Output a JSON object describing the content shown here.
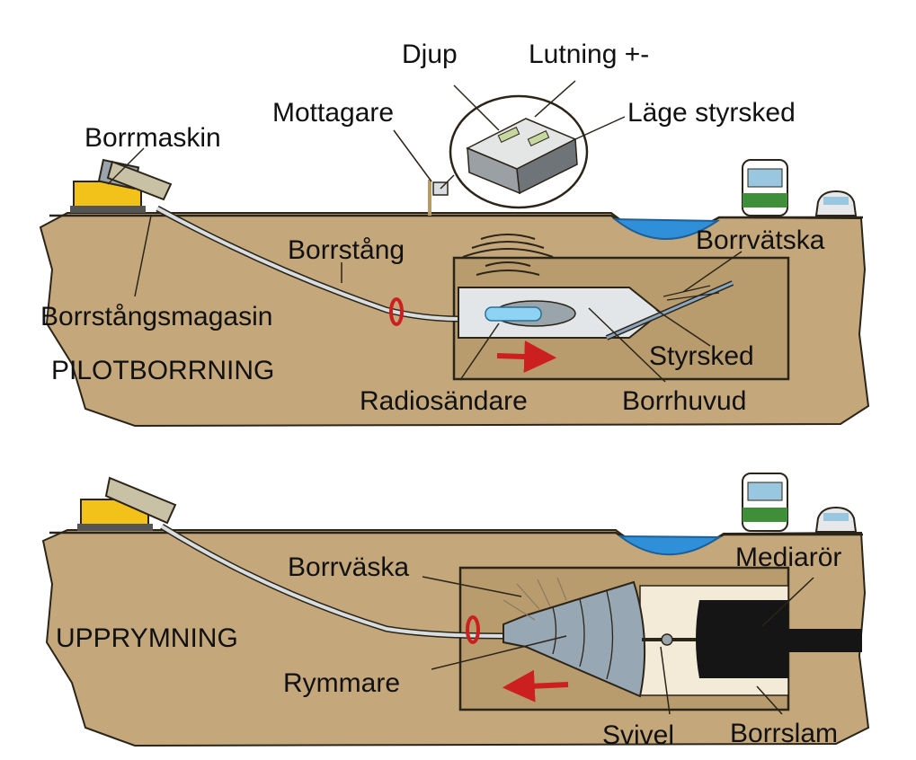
{
  "colors": {
    "soil": "#c4a87c",
    "soil_dark": "#a98d60",
    "soil_line": "#2b2418",
    "water": "#2f8fd8",
    "machine": "#f2c21b",
    "arrow": "#cc2020",
    "pipe": "#d8dde0",
    "reamer": "#97a7b3",
    "media_pipe": "#151515",
    "tunnel_light": "#f3ead7",
    "train": "#3f8f3a"
  },
  "icons": {
    "drill_rig": "excavator-icon",
    "train": "train-icon",
    "car": "car-icon",
    "receiver": "receiver-icon"
  },
  "top_panel": {
    "title": "PILOTBORRNING",
    "labels": {
      "borrmaskin": "Borrmaskin",
      "mottagare": "Mottagare",
      "djup": "Djup",
      "lutning": "Lutning +-",
      "lage_styrsked": "Läge styrsked",
      "borrstang": "Borrstång",
      "borrvatska": "Borrvätska",
      "borrstangsmagasin": "Borrstångsmagasin",
      "styrsked": "Styrsked",
      "radiosandare": "Radiosändare",
      "borrhuvud": "Borrhuvud"
    }
  },
  "bottom_panel": {
    "title": "UPPRYMNING",
    "labels": {
      "borrvaska": "Borrväska",
      "mediaror": "Mediarör",
      "rymmare": "Rymmare",
      "svivel": "Svivel",
      "borrslam": "Borrslam"
    }
  }
}
